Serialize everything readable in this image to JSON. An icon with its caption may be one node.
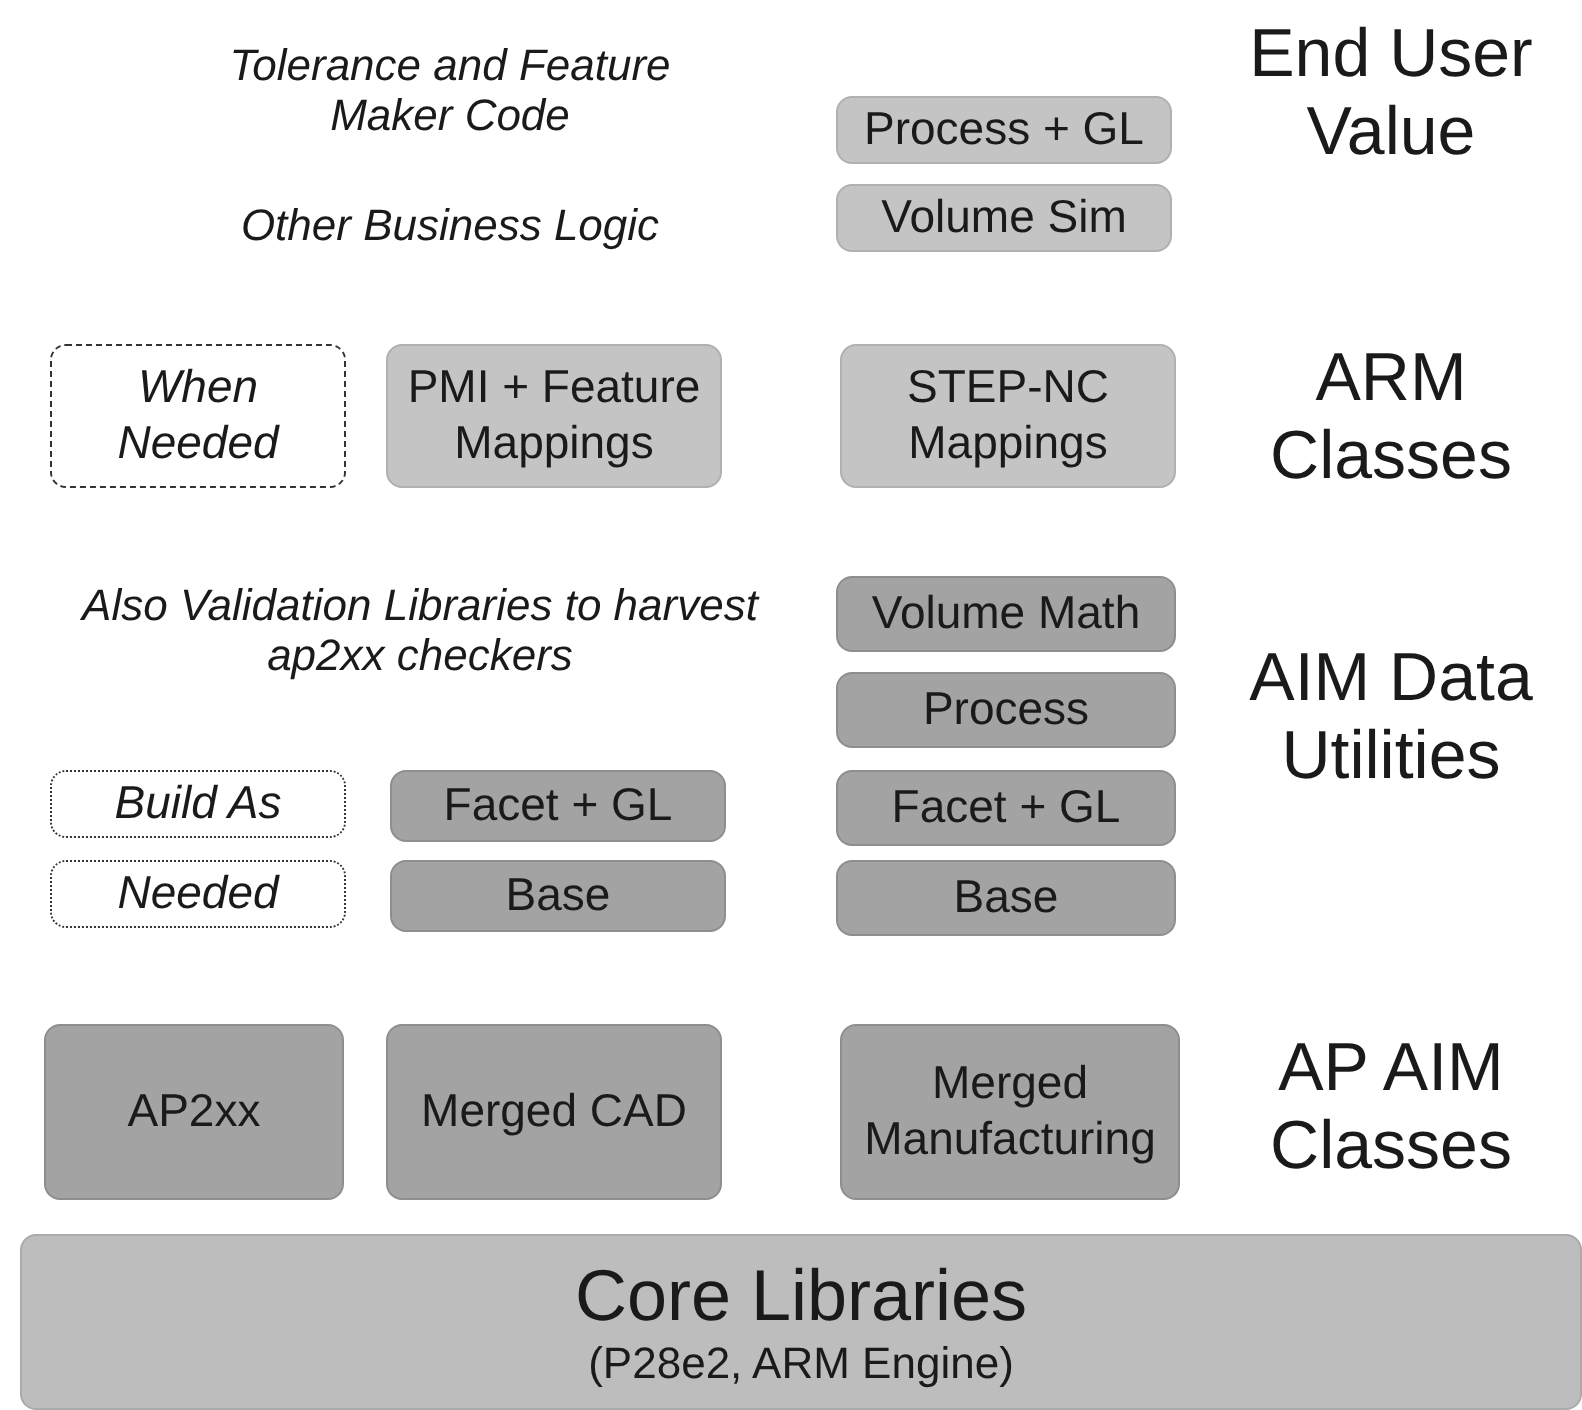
{
  "diagram": {
    "nodes": [
      {
        "text": [
          "Process + GL"
        ]
      },
      {
        "text": [
          "Volume Sim"
        ]
      },
      {
        "text": [
          "When Needed"
        ]
      },
      {
        "text": [
          "PMI + Feature Mappings"
        ]
      },
      {
        "text": [
          "STEP-NC Mappings"
        ]
      },
      {
        "text": [
          "Volume Math"
        ]
      },
      {
        "text": [
          "Process"
        ]
      },
      {
        "text": [
          "Build As"
        ]
      },
      {
        "text": [
          "Facet + GL"
        ]
      },
      {
        "text": [
          "Facet + GL"
        ]
      },
      {
        "text": [
          "Needed"
        ]
      },
      {
        "text": [
          "Base"
        ]
      },
      {
        "text": [
          "Base"
        ]
      },
      {
        "text": [
          "AP2xx"
        ]
      },
      {
        "text": [
          "Merged CAD"
        ]
      },
      {
        "text": [
          "Merged Manufacturing"
        ]
      },
      {
        "text": [
          "Core Libraries",
          "(P28e2, ARM Engine)"
        ]
      }
    ],
    "labels": [
      "Tolerance and Feature Maker Code",
      "End User Value",
      "Other Business Logic",
      "ARM Classes",
      "Also Validation Libraries to harvest ap2xx checkers",
      "AIM Data Utilities",
      "AP AIM Classes"
    ]
  }
}
